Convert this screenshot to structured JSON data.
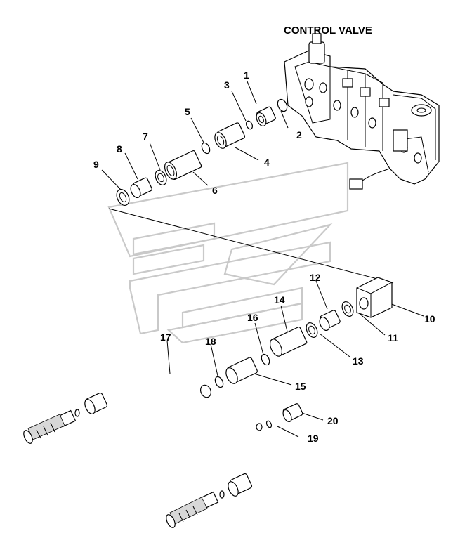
{
  "title": "CONTROL VALVE",
  "callouts": [
    "1",
    "2",
    "3",
    "4",
    "5",
    "6",
    "7",
    "8",
    "9",
    "10",
    "11",
    "12",
    "13",
    "14",
    "15",
    "16",
    "17",
    "18",
    "19",
    "20"
  ]
}
